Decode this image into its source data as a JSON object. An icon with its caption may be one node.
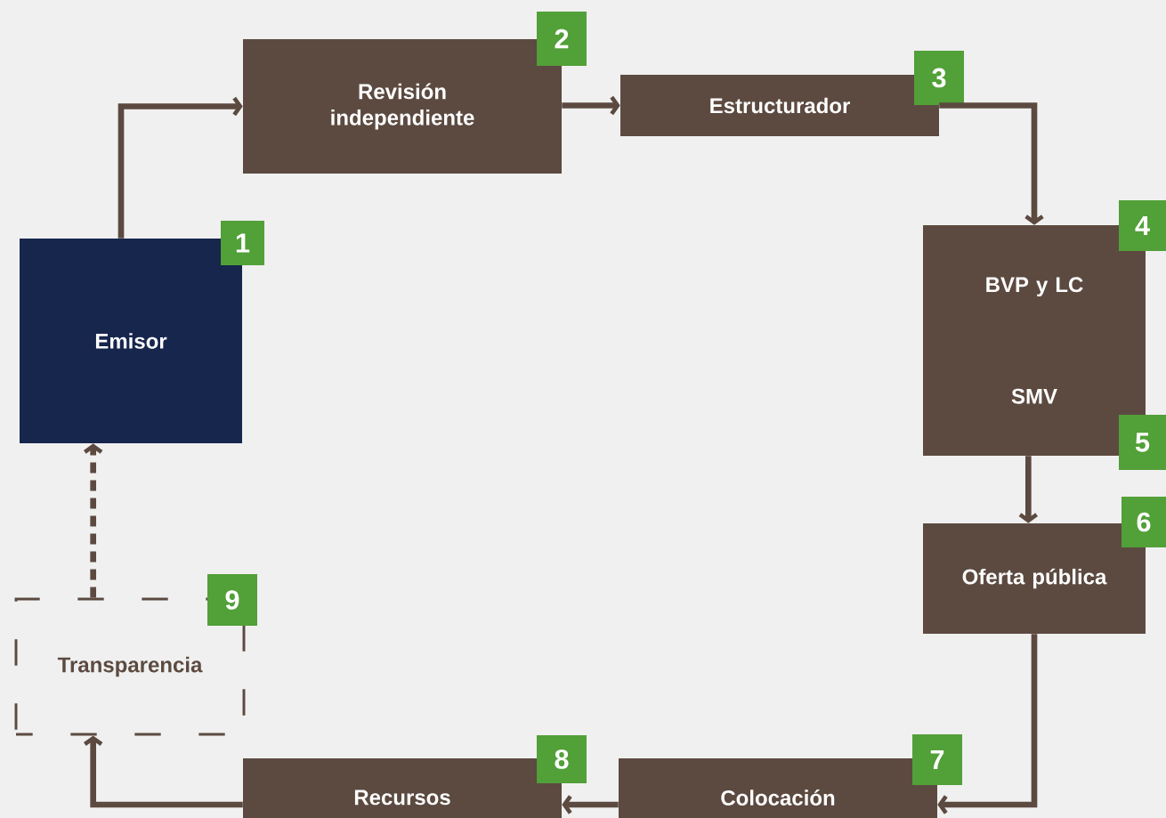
{
  "diagram": {
    "nodes": [
      {
        "text": [
          "Emisor"
        ]
      },
      {
        "text": [
          "1"
        ]
      },
      {
        "text": [
          "Revisión independiente"
        ]
      },
      {
        "text": [
          "2"
        ]
      },
      {
        "text": [
          "Estructurador"
        ]
      },
      {
        "text": [
          "3"
        ]
      },
      {
        "text": [
          "BVP y LC",
          "SMV"
        ]
      },
      {
        "text": [
          "4"
        ]
      },
      {
        "text": [
          "5"
        ]
      },
      {
        "text": [
          "Oferta pública"
        ]
      },
      {
        "text": [
          "6"
        ]
      },
      {
        "text": [
          "Colocación"
        ]
      },
      {
        "text": [
          "7"
        ]
      },
      {
        "text": [
          "Recursos"
        ]
      },
      {
        "text": [
          "8"
        ]
      },
      {
        "text": [
          "Transparencia"
        ]
      },
      {
        "text": [
          "9"
        ]
      }
    ],
    "edges": [
      {
        "from": 0,
        "to": 2,
        "arrow": "to"
      },
      {
        "from": 2,
        "to": 4,
        "arrow": "to"
      },
      {
        "from": 4,
        "to": 6,
        "arrow": "to"
      },
      {
        "from": 6,
        "to": 9,
        "arrow": "to"
      },
      {
        "from": 9,
        "to": 11,
        "arrow": "to"
      },
      {
        "from": 11,
        "to": 13,
        "arrow": "to"
      },
      {
        "from": 13,
        "to": 15,
        "arrow": "to"
      },
      {
        "from": 15,
        "to": 0,
        "arrow": "to",
        "style": "dashed"
      }
    ]
  }
}
